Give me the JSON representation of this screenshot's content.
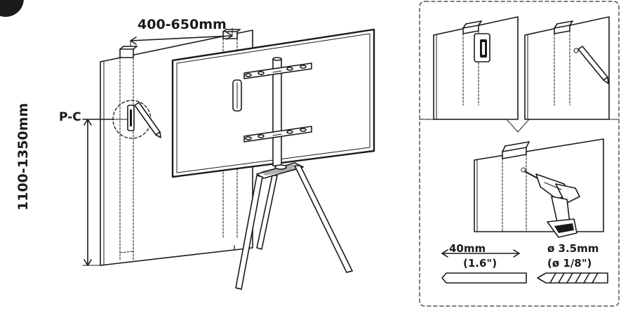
{
  "step_number": "",
  "labels": {
    "width_range": "400-650mm",
    "height_range": "1100-1350mm",
    "bracket": "P-C",
    "drill_length": "40mm",
    "drill_length_in": "(1.6\")",
    "drill_diameter": "ø 3.5mm",
    "drill_diameter_in": "(ø 1/8\")"
  },
  "colors": {
    "line": "#1a1a1a",
    "dashed": "#555555",
    "background": "#ffffff"
  }
}
